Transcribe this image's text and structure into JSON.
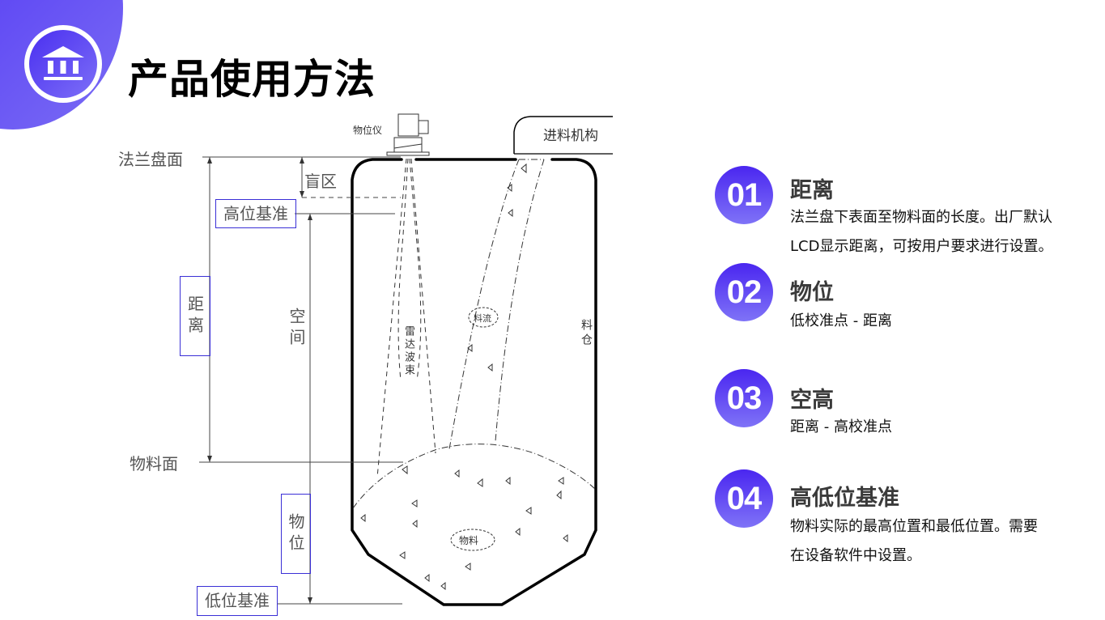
{
  "header": {
    "title": "产品使用方法",
    "logo_icon": "bank-building-icon",
    "accent_color": "#5a3ff3"
  },
  "diagram": {
    "instrument_label": "物位仪",
    "feed_label": "进料机构",
    "flange_label": "法兰盘面",
    "blind_zone_label": "盲区",
    "high_ref_label": "高位基准",
    "distance_label": "距离",
    "space_label": "空间",
    "radar_beam_label": "雷达波束",
    "material_flow_label": "料流",
    "silo_label": "料仓",
    "material_surface_label": "物料面",
    "level_label": "物位",
    "material_label": "物料",
    "low_ref_label": "低位基准"
  },
  "items": [
    {
      "number": "01",
      "title": "距离",
      "desc_lines": [
        "法兰盘下表面至物料面的长度。出厂默认",
        "LCD显示距离，可按用户要求进行设置。"
      ]
    },
    {
      "number": "02",
      "title": "物位",
      "desc_lines": [
        "低校准点 - 距离"
      ]
    },
    {
      "number": "03",
      "title": "空高",
      "desc_lines": [
        "距离 - 高校准点"
      ]
    },
    {
      "number": "04",
      "title": "高低位基准",
      "desc_lines": [
        "物料实际的最高位置和最低位置。需要",
        "在设备软件中设置。"
      ]
    }
  ]
}
